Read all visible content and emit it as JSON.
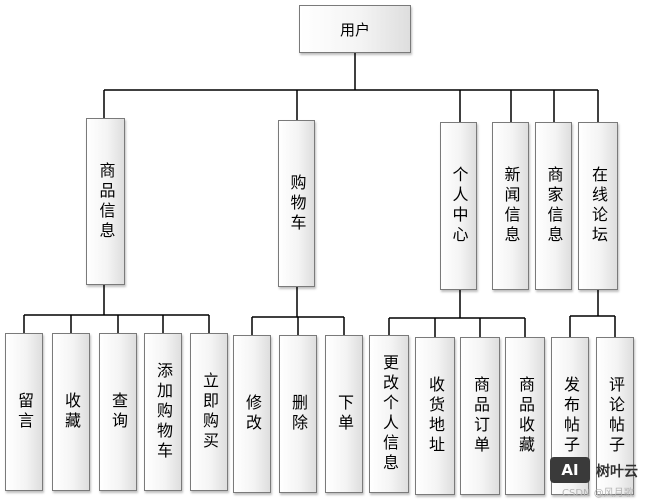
{
  "root": {
    "id": "root",
    "label": "用户"
  },
  "categories": [
    {
      "id": "cat0",
      "label": "商品信息"
    },
    {
      "id": "cat1",
      "label": "购物车"
    },
    {
      "id": "cat2",
      "label": "个人中心"
    },
    {
      "id": "cat3",
      "label": "新闻信息"
    },
    {
      "id": "cat4",
      "label": "商家信息"
    },
    {
      "id": "cat5",
      "label": "在线论坛"
    }
  ],
  "leaves": [
    {
      "id": "leaf0",
      "parent": "cat0",
      "label": "留言"
    },
    {
      "id": "leaf1",
      "parent": "cat0",
      "label": "收藏"
    },
    {
      "id": "leaf2",
      "parent": "cat0",
      "label": "查询"
    },
    {
      "id": "leaf3",
      "parent": "cat0",
      "label": "添加购物车"
    },
    {
      "id": "leaf4",
      "parent": "cat0",
      "label": "立即购买"
    },
    {
      "id": "leaf5",
      "parent": "cat1",
      "label": "修改"
    },
    {
      "id": "leaf6",
      "parent": "cat1",
      "label": "删除"
    },
    {
      "id": "leaf7",
      "parent": "cat1",
      "label": "下单"
    },
    {
      "id": "leaf8",
      "parent": "cat2",
      "label": "更改个人信息"
    },
    {
      "id": "leaf9",
      "parent": "cat2",
      "label": "收货地址"
    },
    {
      "id": "leaf10",
      "parent": "cat2",
      "label": "商品订单"
    },
    {
      "id": "leaf11",
      "parent": "cat2",
      "label": "商品收藏"
    },
    {
      "id": "leaf12",
      "parent": "cat5",
      "label": "发布帖子"
    },
    {
      "id": "leaf13",
      "parent": "cat5",
      "label": "评论帖子"
    }
  ],
  "watermark": {
    "logo_text": "AI",
    "name": "树叶云",
    "credit": "CSDN @风月歌"
  }
}
